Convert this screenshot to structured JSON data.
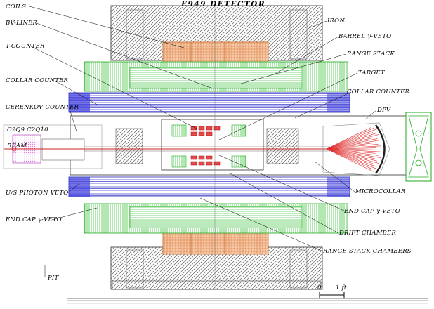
{
  "title": "E949  DETECTOR",
  "labels": {
    "coils": "COILS",
    "bv_liner": "BV-LINER",
    "t_counter": "T-COUNTER",
    "collar_counter_left": "COLLAR COUNTER",
    "cerenkov_counter": "CERENKOV COUNTER",
    "c2q9": "C2Q9",
    "c2q10": "C2Q10",
    "beam": "BEAM",
    "us_photon_veto": "U/S PHOTON VETO",
    "end_cap_veto_left": "END CAP γ-VETO",
    "pit": "PIT",
    "iron": "IRON",
    "barrel_veto": "BARREL γ-VETO",
    "range_stack": "RANGE STACK",
    "target": "TARGET",
    "collar_counter_right": "COLLAR COUNTER",
    "dpv": "DPV",
    "microcollar": "MICROCOLLAR",
    "end_cap_veto_right": "END CAP γ-VETO",
    "drift_chamber": "DRIFT CHAMBER",
    "range_stack_chambers": "RANGE STACK CHAMBERS"
  },
  "scale": {
    "zero": "0",
    "unit": "1 ft"
  },
  "colors": {
    "iron": "#8a8a8a",
    "coils": "#e8a070",
    "range_stack": "#3ec43e",
    "barrel_veto": "#44dd44",
    "collar": "#3030d0",
    "tracks": "#e03030",
    "beam": "#cc2222",
    "cerenkov": "#e080e0"
  }
}
